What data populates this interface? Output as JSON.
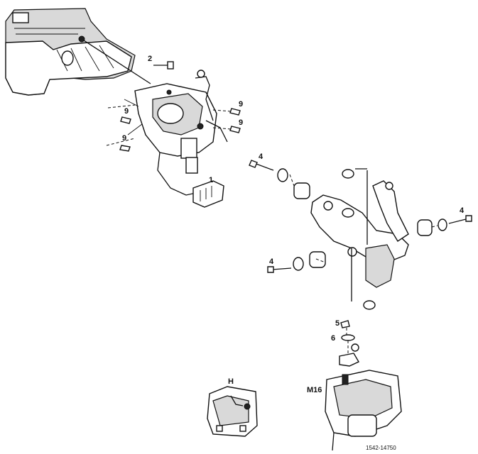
{
  "labels": {
    "item_1": "1",
    "item_2": "2",
    "item_4a": "4",
    "item_4b": "4",
    "item_4c": "4",
    "item_5": "5",
    "item_6": "6",
    "item_9a": "9",
    "item_9b": "9",
    "item_9c": "9",
    "item_9d": "9",
    "item_H": "H",
    "item_M16": "M16"
  },
  "reference_code": "1542-14750"
}
